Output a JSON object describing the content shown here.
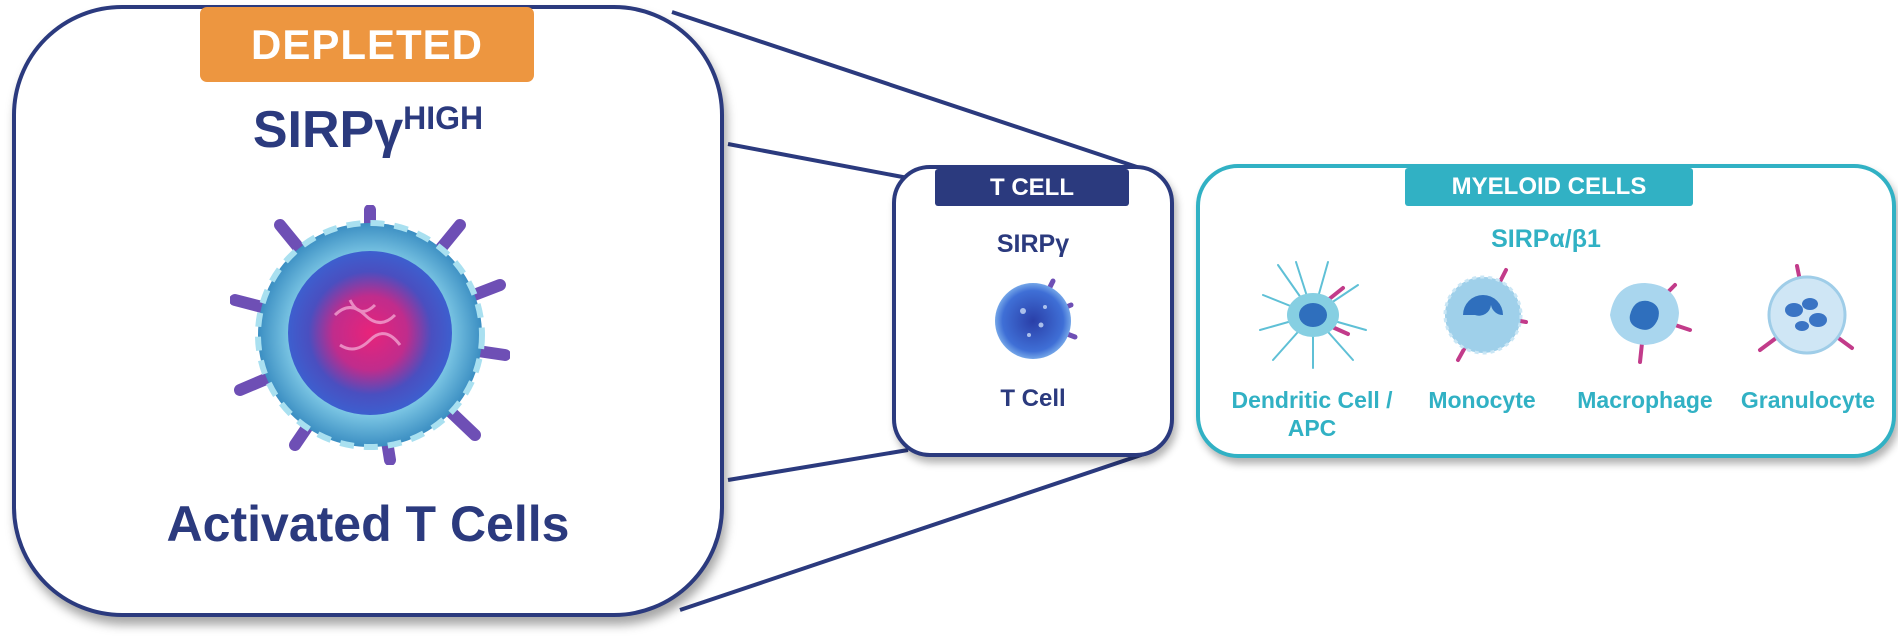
{
  "colors": {
    "navy": "#2b3a7e",
    "orange": "#ed9640",
    "teal": "#31b1c4",
    "purple": "#6e4fb5",
    "magenta": "#c23b8a"
  },
  "activated_panel": {
    "badge": "DEPLETED",
    "title_main": "SIRPγ",
    "title_sup": "HIGH",
    "label": "Activated T Cells",
    "icon": "activated-t-cell-icon"
  },
  "t_cell_panel": {
    "badge": "T CELL",
    "title": "SIRPγ",
    "label": "T Cell",
    "icon": "t-cell-icon"
  },
  "myeloid_panel": {
    "badge": "MYELOID CELLS",
    "title": "SIRPα/β1",
    "cells": [
      {
        "label": "Dendritic Cell /\nAPC",
        "icon": "dendritic-cell-icon"
      },
      {
        "label": "Monocyte",
        "icon": "monocyte-icon"
      },
      {
        "label": "Macrophage",
        "icon": "macrophage-icon"
      },
      {
        "label": "Granulocyte",
        "icon": "granulocyte-icon"
      }
    ]
  }
}
